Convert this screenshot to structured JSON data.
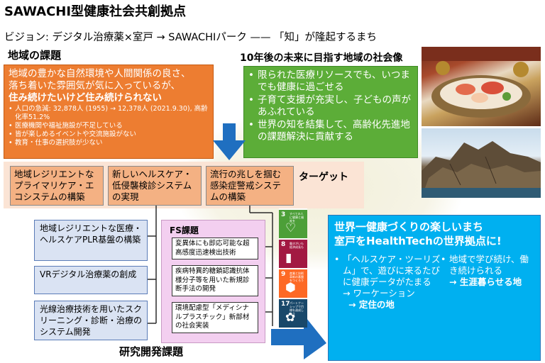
{
  "title": "SAWACHI型健康社会共創拠点",
  "vision": "ビジョン: デジタル治療薬×室戸 → SAWACHIパーク —— 「知」が隆起するまち",
  "regional_issues": {
    "heading": "地域の課題",
    "main_line1": "地域の豊かな自然環境や人間関係の良さ、",
    "main_line2": "落ち着いた雰囲気が気に入っているが、",
    "main_line3": "住み続けたいけど住み続けられない",
    "bullets": [
      "人口の急減: 32,878人 (1955) → 12,378人 (2021.9.30), 高齢化率51.2%",
      "医療機関や福祉施設が不足している",
      "皆が楽しめるイベントや交流施設がない",
      "教育・仕事の選択肢が少ない"
    ]
  },
  "future_vision": {
    "heading": "10年後の未来に目指す地域の社会像",
    "bullets": [
      "限られた医療リソースでも、いつまでも健康に過ごせる",
      "子育て支援が充実し、子どもの声があふれている",
      "世界の知を結集して、高齢化先進地の課題解決に貢献する"
    ]
  },
  "targets": {
    "label": "ターゲット",
    "items": [
      "地域レジリエントなプライマリケア・エコシステムの構築",
      "新しいヘルスケア・低侵襲検診システムの実現",
      "流行の兆しを掴む感染症警戒システムの構築"
    ]
  },
  "research": {
    "label": "研究開発課題",
    "items": [
      "地域レジリエントな医療・ヘルスケアPLR基盤の構築",
      "VRデジタル治療薬の創成",
      "光線治療技術を用いたスクリーニング・診断・治療のシステム開発"
    ]
  },
  "fs": {
    "title": "FS課題",
    "items": [
      "変異体にも即応可能な超高感度迅速検出技術",
      "疾病特異的糖鎖認識抗体様分子等を用いた新規診断手法の開発",
      "環境配慮型「メディシナルプラスチック」新部材の社会実装"
    ]
  },
  "sdgs": [
    {
      "num": "3",
      "text": "すべての人に健康と福祉を",
      "color": "#4c9f38",
      "icon": "heartbeat-icon",
      "glyph": "♡"
    },
    {
      "num": "8",
      "text": "働きがいも経済成長も",
      "color": "#a21942",
      "icon": "growth-chart-icon",
      "glyph": "▮"
    },
    {
      "num": "9",
      "text": "産業と技術革新の基盤をつくろう",
      "color": "#fd6925",
      "icon": "cubes-icon",
      "glyph": "⬢"
    },
    {
      "num": "17",
      "text": "パートナーシップで目標を達成しよう",
      "color": "#19486a",
      "icon": "flower-icon",
      "glyph": "✿"
    }
  ],
  "goal": {
    "title_line1": "世界一健康づくりの楽しいまち",
    "title_line2": "室戸をHealthTechの世界拠点に!",
    "col1_line1": "「ヘルスケア・ツーリズム」で、遊びに来るたびに健康データがたまる",
    "col1_line2": "→ ワーケーション",
    "col1_line3": "→ 定住の地",
    "col2_line1": "地域で学び続け、働き続けられる",
    "col2_line2": "→ 生涯暮らせる地"
  },
  "colors": {
    "orange": "#ed7d31",
    "green": "#5cad38",
    "target_band": "#fbe4d5",
    "target_box": "#f4b183",
    "research_box": "#dae3f3",
    "fs_panel": "#f3cff0",
    "goal_blue": "#00b0f0",
    "arrow_blue": "#1f6fc0"
  }
}
